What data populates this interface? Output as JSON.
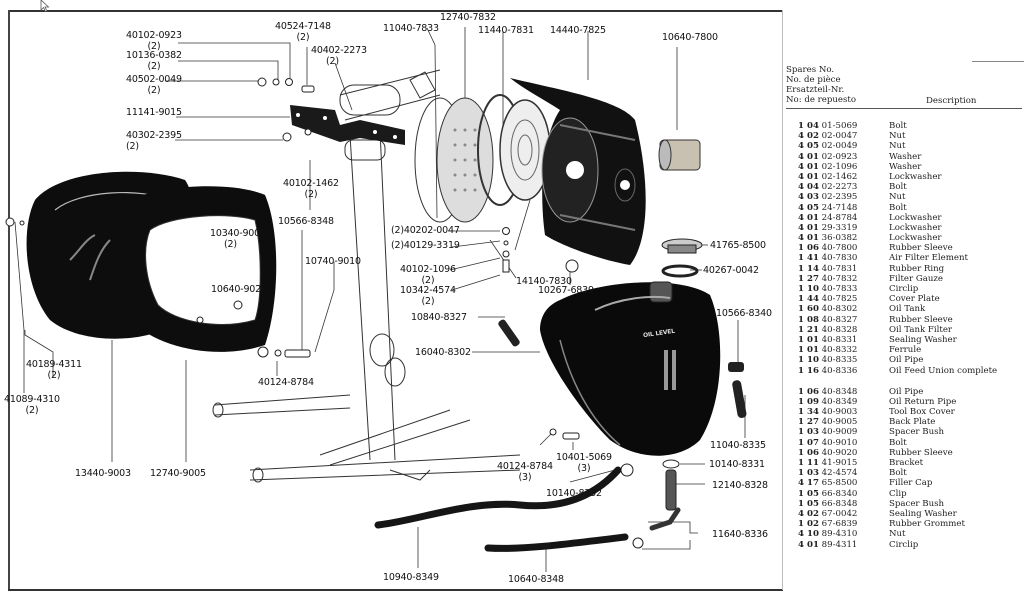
{
  "diagram": {
    "callouts": [
      {
        "id": "c1",
        "text": "40102-0923",
        "qty": "(2)"
      },
      {
        "id": "c2",
        "text": "10136-0382",
        "qty": "(2)"
      },
      {
        "id": "c3",
        "text": "40502-0049",
        "qty": "(2)"
      },
      {
        "id": "c4",
        "text": "11141-9015",
        "qty": ""
      },
      {
        "id": "c5",
        "text": "40302-2395",
        "qty": "(2)"
      },
      {
        "id": "c6",
        "text": "40524-7148",
        "qty": "(2)"
      },
      {
        "id": "c7",
        "text": "40402-2273",
        "qty": "(2)"
      },
      {
        "id": "c8",
        "text": "11040-7833",
        "qty": ""
      },
      {
        "id": "c9",
        "text": "12740-7832",
        "qty": ""
      },
      {
        "id": "c10",
        "text": "11440-7831",
        "qty": ""
      },
      {
        "id": "c11",
        "text": "14440-7825",
        "qty": ""
      },
      {
        "id": "c12",
        "text": "10640-7800",
        "qty": ""
      },
      {
        "id": "c13",
        "text": "40102-1462",
        "qty": "(2)"
      },
      {
        "id": "c14",
        "text": "10566-8348",
        "qty": ""
      },
      {
        "id": "c15",
        "text": "10340-9009",
        "qty": "(2)"
      },
      {
        "id": "c16",
        "text": "10740-9010",
        "qty": ""
      },
      {
        "id": "c17",
        "text": "10640-9020",
        "qty": ""
      },
      {
        "id": "c18",
        "text": "(2)40202-0047",
        "qty": ""
      },
      {
        "id": "c19",
        "text": "(2)40129-3319",
        "qty": ""
      },
      {
        "id": "c20",
        "text": "40102-1096",
        "qty": "(2)"
      },
      {
        "id": "c21",
        "text": "10342-4574",
        "qty": "(2)"
      },
      {
        "id": "c22",
        "text": "14140-7830",
        "qty": ""
      },
      {
        "id": "c23",
        "text": "10267-6839",
        "qty": ""
      },
      {
        "id": "c24",
        "text": "41765-8500",
        "qty": ""
      },
      {
        "id": "c25",
        "text": "40267-0042",
        "qty": ""
      },
      {
        "id": "c26",
        "text": "10566-8340",
        "qty": ""
      },
      {
        "id": "c27",
        "text": "10840-8327",
        "qty": ""
      },
      {
        "id": "c28",
        "text": "16040-8302",
        "qty": ""
      },
      {
        "id": "c29",
        "text": "40124-8784",
        "qty": ""
      },
      {
        "id": "c30",
        "text": "40189-4311",
        "qty": "(2)"
      },
      {
        "id": "c31",
        "text": "41089-4310",
        "qty": "(2)"
      },
      {
        "id": "c32",
        "text": "13440-9003",
        "qty": ""
      },
      {
        "id": "c33",
        "text": "12740-9005",
        "qty": ""
      },
      {
        "id": "c34",
        "text": "40124-8784",
        "qty": "(3)"
      },
      {
        "id": "c35",
        "text": "10401-5069",
        "qty": "(3)"
      },
      {
        "id": "c36",
        "text": "11040-8335",
        "qty": ""
      },
      {
        "id": "c37",
        "text": "10140-8331",
        "qty": ""
      },
      {
        "id": "c38",
        "text": "10140-8332",
        "qty": ""
      },
      {
        "id": "c39",
        "text": "12140-8328",
        "qty": ""
      },
      {
        "id": "c40",
        "text": "11640-8336",
        "qty": ""
      },
      {
        "id": "c41",
        "text": "10940-8349",
        "qty": ""
      },
      {
        "id": "c42",
        "text": "10640-8348",
        "qty": ""
      }
    ],
    "tank_marking": "OIL LEVEL"
  },
  "parts_list": {
    "header_lines": [
      "Spares No.",
      "No. de pièce",
      "Ersatzteil-Nr.",
      "No: de repuesto"
    ],
    "description_header": "Description",
    "group1": [
      {
        "prefix": "1 04",
        "number": "01-5069",
        "desc": "Bolt"
      },
      {
        "prefix": "4 02",
        "number": "02-0047",
        "desc": "Nut"
      },
      {
        "prefix": "4 05",
        "number": "02-0049",
        "desc": "Nut"
      },
      {
        "prefix": "4 01",
        "number": "02-0923",
        "desc": "Washer"
      },
      {
        "prefix": "4 01",
        "number": "02-1096",
        "desc": "Washer"
      },
      {
        "prefix": "4 01",
        "number": "02-1462",
        "desc": "Lockwasher"
      },
      {
        "prefix": "4 04",
        "number": "02-2273",
        "desc": "Bolt"
      },
      {
        "prefix": "4 03",
        "number": "02-2395",
        "desc": "Nut"
      },
      {
        "prefix": "4 05",
        "number": "24-7148",
        "desc": "Bolt"
      },
      {
        "prefix": "4 01",
        "number": "24-8784",
        "desc": "Lockwasher"
      },
      {
        "prefix": "4 01",
        "number": "29-3319",
        "desc": "Lockwasher"
      },
      {
        "prefix": "4 01",
        "number": "36-0382",
        "desc": "Lockwasher"
      },
      {
        "prefix": "1 06",
        "number": "40-7800",
        "desc": "Rubber Sleeve"
      },
      {
        "prefix": "1 41",
        "number": "40-7830",
        "desc": "Air Filter Element"
      },
      {
        "prefix": "1 14",
        "number": "40-7831",
        "desc": "Rubber Ring"
      },
      {
        "prefix": "1 27",
        "number": "40-7832",
        "desc": "Filter Gauze"
      },
      {
        "prefix": "1 10",
        "number": "40-7833",
        "desc": "Circlip"
      },
      {
        "prefix": "1 44",
        "number": "40-7825",
        "desc": "Cover Plate"
      },
      {
        "prefix": "1 60",
        "number": "40-8302",
        "desc": "Oil Tank"
      },
      {
        "prefix": "1 08",
        "number": "40-8327",
        "desc": "Rubber Sleeve"
      },
      {
        "prefix": "1 21",
        "number": "40-8328",
        "desc": "Oil Tank Filter"
      },
      {
        "prefix": "1 01",
        "number": "40-8331",
        "desc": "Sealing Washer"
      },
      {
        "prefix": "1 01",
        "number": "40-8332",
        "desc": "Ferrule"
      },
      {
        "prefix": "1 10",
        "number": "40-8335",
        "desc": "Oil Pipe"
      },
      {
        "prefix": "1 16",
        "number": "40-8336",
        "desc": "Oil Feed Union complete"
      }
    ],
    "group2": [
      {
        "prefix": "1 06",
        "number": "40-8348",
        "desc": "Oil Pipe"
      },
      {
        "prefix": "1 09",
        "number": "40-8349",
        "desc": "Oil Return Pipe"
      },
      {
        "prefix": "1 34",
        "number": "40-9003",
        "desc": "Tool Box Cover"
      },
      {
        "prefix": "1 27",
        "number": "40-9005",
        "desc": "Back Plate"
      },
      {
        "prefix": "1 03",
        "number": "40-9009",
        "desc": "Spacer Bush"
      },
      {
        "prefix": "1 07",
        "number": "40-9010",
        "desc": "Bolt"
      },
      {
        "prefix": "1 06",
        "number": "40-9020",
        "desc": "Rubber Sleeve"
      },
      {
        "prefix": "1 11",
        "number": "41-9015",
        "desc": "Bracket"
      },
      {
        "prefix": "1 03",
        "number": "42-4574",
        "desc": "Bolt"
      },
      {
        "prefix": "4 17",
        "number": "65-8500",
        "desc": "Filler Cap"
      },
      {
        "prefix": "1 05",
        "number": "66-8340",
        "desc": "Clip"
      },
      {
        "prefix": "1 05",
        "number": "66-8348",
        "desc": "Spacer Bush"
      },
      {
        "prefix": "4 02",
        "number": "67-0042",
        "desc": "Sealing Washer"
      },
      {
        "prefix": "1 02",
        "number": "67-6839",
        "desc": "Rubber Grommet"
      },
      {
        "prefix": "4 10",
        "number": "89-4310",
        "desc": "Nut"
      },
      {
        "prefix": "4 01",
        "number": "89-4311",
        "desc": "Circlip"
      }
    ]
  }
}
